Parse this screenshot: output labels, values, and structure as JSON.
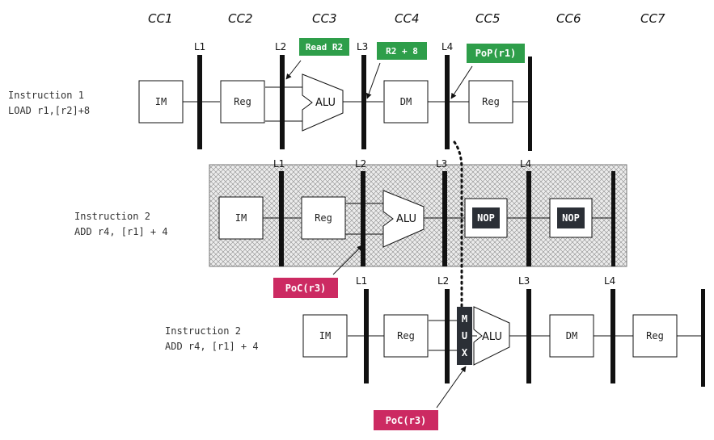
{
  "clock_cycles": [
    "CC1",
    "CC2",
    "CC3",
    "CC4",
    "CC5",
    "CC6",
    "CC7"
  ],
  "latch_labels": [
    "L1",
    "L2",
    "L3",
    "L4"
  ],
  "row1": {
    "title": "Instruction 1",
    "code": "LOAD r1,[r2]+8",
    "stages": {
      "im": "IM",
      "reg": "Reg",
      "alu": "ALU",
      "dm": "DM",
      "reg2": "Reg"
    },
    "tags": {
      "read": "Read R2",
      "calc": "R2 + 8",
      "pop": "PoP(r1)"
    }
  },
  "row2": {
    "title": "Instruction 2",
    "code": "ADD r4, [r1] + 4",
    "stages": {
      "im": "IM",
      "reg": "Reg",
      "alu": "ALU",
      "nop1": "NOP",
      "nop2": "NOP"
    },
    "tag": "PoC(r3)"
  },
  "row3": {
    "title": "Instruction 2",
    "code": "ADD r4, [r1] + 4",
    "stages": {
      "im": "IM",
      "reg": "Reg",
      "alu": "ALU",
      "dm": "DM",
      "reg2": "Reg"
    },
    "mux": [
      "M",
      "U",
      "X"
    ],
    "tag": "PoC(r3)"
  },
  "colors": {
    "green": "#2e9e4a",
    "magenta": "#cc2a62",
    "dark": "#2b2f36",
    "hatch": "#9a9a9a"
  }
}
